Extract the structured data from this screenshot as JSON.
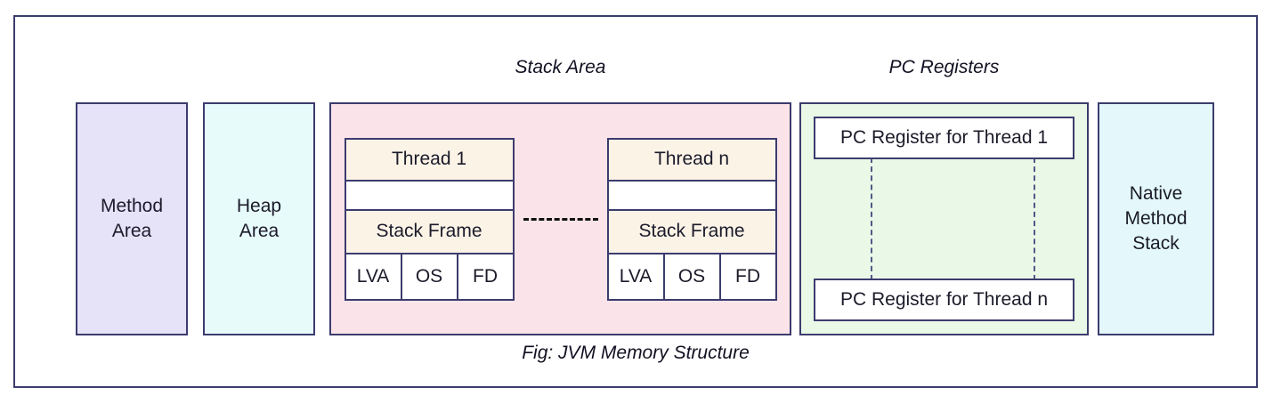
{
  "figure": {
    "caption": "Fig: JVM Memory Structure"
  },
  "sections": {
    "stack_area_title": "Stack Area",
    "pc_registers_title": "PC Registers"
  },
  "regions": {
    "method_area": "Method\nArea",
    "method_area_line1": "Method",
    "method_area_line2": "Area",
    "heap_area_line1": "Heap",
    "heap_area_line2": "Area",
    "native_method_stack_line1": "Native",
    "native_method_stack_line2": "Method",
    "native_method_stack_line3": "Stack"
  },
  "stack_area": {
    "threads": [
      {
        "header": "Thread 1",
        "frame": "Stack Frame",
        "parts": [
          "LVA",
          "OS",
          "FD"
        ]
      },
      {
        "header": "Thread n",
        "frame": "Stack Frame",
        "parts": [
          "LVA",
          "OS",
          "FD"
        ]
      }
    ],
    "connector": "-------"
  },
  "pc_registers": {
    "boxes": [
      "PC Register for Thread 1",
      "PC Register for Thread n"
    ]
  },
  "colors": {
    "border": "#3c3c6e",
    "method_area_fill": "#e6e2f8",
    "heap_area_fill": "#e8fbfb",
    "stack_area_fill": "#fbe4e9",
    "thread_header_fill": "#fcf3e7",
    "pc_registers_fill": "#eaf8e7",
    "native_method_stack_fill": "#e4f8fb",
    "text": "#1b1b2a"
  }
}
